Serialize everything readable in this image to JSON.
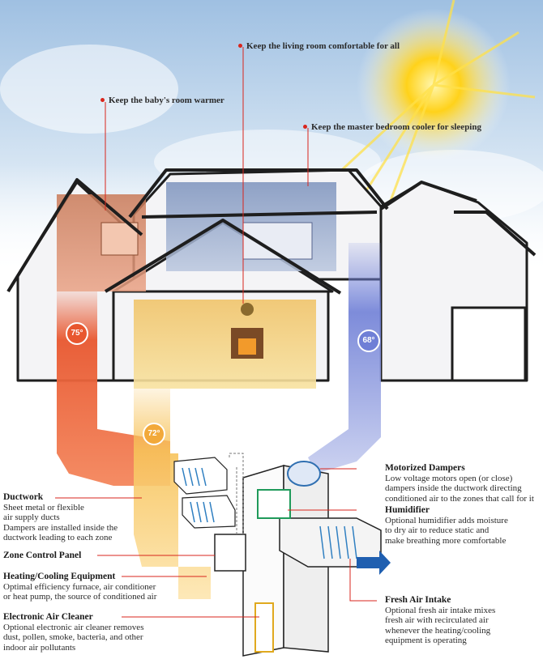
{
  "zones": {
    "baby": {
      "label": "Keep the baby's room warmer",
      "temp": "75°"
    },
    "living": {
      "label": "Keep the living room comfortable for all",
      "temp": "72°"
    },
    "master": {
      "label": "Keep the master bedroom cooler for sleeping",
      "temp": "68°"
    }
  },
  "components": {
    "motorized_dampers": {
      "title": "Motorized Dampers",
      "lines": [
        "Low voltage motors open (or close)",
        "dampers inside the ductwork directing",
        "conditioned air to the zones that call for it"
      ]
    },
    "humidifier": {
      "title": "Humidifier",
      "lines": [
        "Optional humidifier adds moisture",
        "to dry air to reduce static and",
        "make breathing more comfortable"
      ]
    },
    "ductwork": {
      "title": "Ductwork",
      "lines": [
        "Sheet metal or flexible",
        "air supply ducts",
        "Dampers are installed inside the",
        "ductwork leading to each zone"
      ]
    },
    "zone_control_panel": {
      "title": "Zone Control Panel",
      "lines": []
    },
    "heating_cooling": {
      "title": "Heating/Cooling Equipment",
      "lines": [
        "Optimal efficiency furnace, air conditioner",
        "or heat pump, the source of conditioned air"
      ]
    },
    "fresh_air_intake": {
      "title": "Fresh Air Intake",
      "lines": [
        "Optional fresh air intake mixes",
        "fresh air with recirculated air",
        "whenever the heating/cooling",
        "equipment is operating"
      ]
    },
    "air_cleaner": {
      "title": "Electronic Air Cleaner",
      "lines": [
        "Optional electronic air cleaner removes",
        "dust, pollen, smoke, bacteria, and other",
        "indoor air pollutants"
      ]
    }
  },
  "colors": {
    "warm_duct": "#e8572f",
    "mid_duct": "#f7c35a",
    "cool_duct": "#6f7fd6",
    "leader": "#d9251c",
    "sky": "#bcd4ea",
    "sun": "#ffd21a"
  }
}
